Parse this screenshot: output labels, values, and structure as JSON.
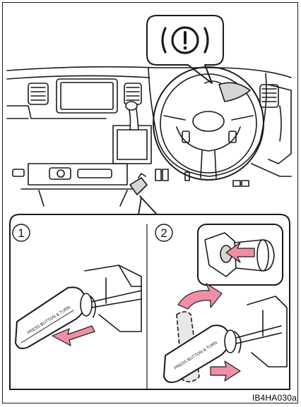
{
  "figure": {
    "warning_symbol": "(!)",
    "step_1": "1",
    "step_2": "2",
    "lever_label_1": "PRESS BUTTON & TURN",
    "lever_label_2": "PRESS BUTTON & TURN",
    "image_code": "IB4HA030a"
  },
  "colors": {
    "line": "#1a1a1a",
    "fill_gray": "#d6d6d6",
    "arrow_pink": "#ef8fa6"
  },
  "icons": [
    "brake-warning-icon",
    "push-arrow-icon",
    "turn-arrow-icon",
    "pull-arrow-icon"
  ]
}
